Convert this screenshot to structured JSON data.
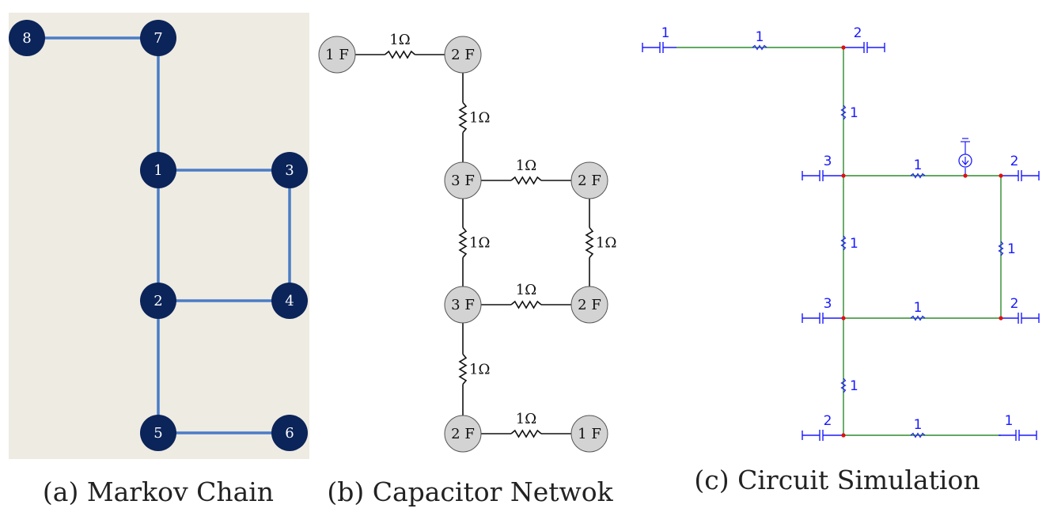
{
  "markov_chain": {
    "caption": "(a) Markov Chain",
    "nodes": [
      {
        "id": "8",
        "label": "8"
      },
      {
        "id": "7",
        "label": "7"
      },
      {
        "id": "1",
        "label": "1"
      },
      {
        "id": "3",
        "label": "3"
      },
      {
        "id": "2",
        "label": "2"
      },
      {
        "id": "4",
        "label": "4"
      },
      {
        "id": "5",
        "label": "5"
      },
      {
        "id": "6",
        "label": "6"
      }
    ],
    "edges": [
      [
        "8",
        "7"
      ],
      [
        "7",
        "1"
      ],
      [
        "1",
        "3"
      ],
      [
        "1",
        "2"
      ],
      [
        "3",
        "4"
      ],
      [
        "2",
        "4"
      ],
      [
        "2",
        "5"
      ],
      [
        "5",
        "6"
      ]
    ],
    "colors": {
      "background": "#eeebe2",
      "node": "#0b2459",
      "edge": "#4a7cc7"
    }
  },
  "capacitor_network": {
    "caption": "(b) Capacitor Netwok",
    "nodes": [
      {
        "id": "c1",
        "label": "1 F"
      },
      {
        "id": "c2",
        "label": "2 F"
      },
      {
        "id": "c3",
        "label": "3 F"
      },
      {
        "id": "c4",
        "label": "2 F"
      },
      {
        "id": "c5",
        "label": "3 F"
      },
      {
        "id": "c6",
        "label": "2 F"
      },
      {
        "id": "c7",
        "label": "2 F"
      },
      {
        "id": "c8",
        "label": "1 F"
      }
    ],
    "resistor_label": "1Ω",
    "edges": [
      [
        "c1",
        "c2"
      ],
      [
        "c2",
        "c3"
      ],
      [
        "c3",
        "c4"
      ],
      [
        "c3",
        "c5"
      ],
      [
        "c4",
        "c6"
      ],
      [
        "c5",
        "c6"
      ],
      [
        "c5",
        "c7"
      ],
      [
        "c7",
        "c8"
      ]
    ],
    "colors": {
      "node": "#d3d3d3"
    }
  },
  "circuit_simulation": {
    "caption": "(c) Circuit Simulation",
    "capacitor_labels": [
      "1",
      "2",
      "3",
      "2",
      "3",
      "2",
      "2",
      "1"
    ],
    "resistor_labels": [
      "1",
      "1",
      "1",
      "1",
      "1",
      "1",
      "1",
      "1"
    ],
    "colors": {
      "wire": "#2e8b2e",
      "component": "#1a1aff",
      "junction": "#e01010"
    }
  }
}
